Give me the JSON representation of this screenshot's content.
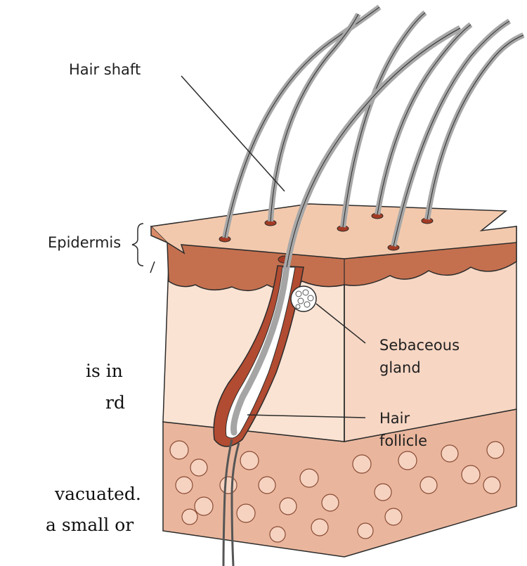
{
  "labels": {
    "hair_shaft": "Hair shaft",
    "epidermis": "Epidermis",
    "sebaceous_gland_line1": "Sebaceous",
    "sebaceous_gland_line2": "gland",
    "hair_follicle_line1": "Hair",
    "hair_follicle_line2": "follicle"
  },
  "slide_text": {
    "line1": "is in",
    "line2": "rd",
    "line3": "vacuated.",
    "line4": "a small or"
  },
  "colors": {
    "skin_top": "#f2c4a8",
    "epidermis_dark": "#c0694e",
    "dermis": "#f8dccb",
    "follicle": "#b04a30",
    "hair": "#a8a8a8",
    "subcutaneous": "#e7b39a",
    "outline": "#2b2b2b"
  }
}
